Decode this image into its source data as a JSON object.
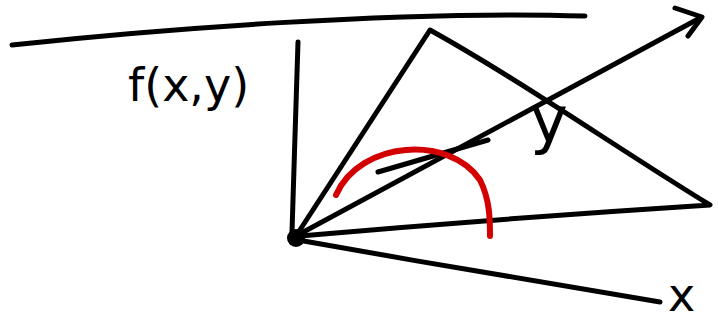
{
  "diagram": {
    "labels": [
      "f(x,y)",
      "y",
      "x"
    ]
  }
}
